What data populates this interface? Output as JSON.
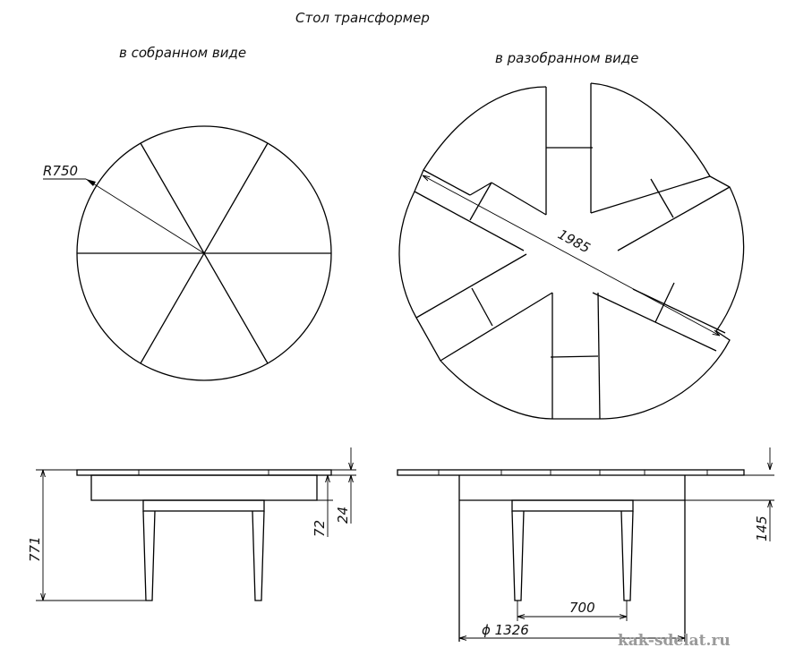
{
  "title": "Стол трансформер",
  "views": {
    "assembled_label": "в собранном виде",
    "disassembled_label": "в разобранном виде"
  },
  "dimensions": {
    "radius": "R750",
    "extended_length": "1985",
    "height": "771",
    "apron_height": "72",
    "top_thickness": "24",
    "frame_drop": "145",
    "leg_spacing": "700",
    "diameter": "ϕ 1326"
  },
  "watermark": "kak-sdelat.ru",
  "colors": {
    "line": "#000000",
    "watermark": "#9a9a9a"
  }
}
